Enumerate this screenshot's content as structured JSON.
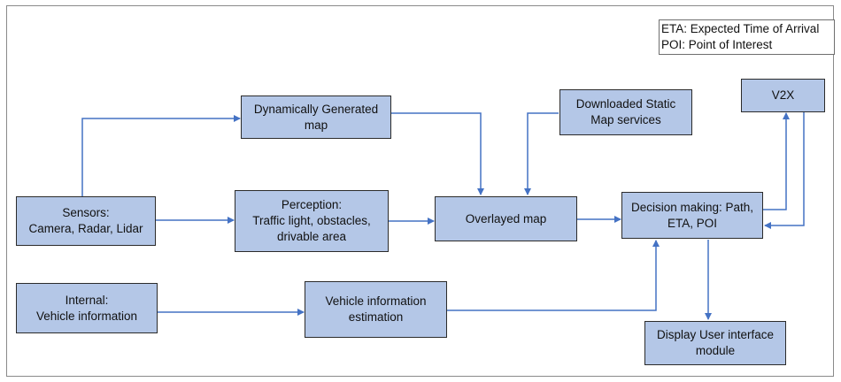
{
  "legend": {
    "lines": [
      "ETA: Expected Time of Arrival",
      "POI: Point of Interest"
    ]
  },
  "nodes": {
    "sensors": "Sensors:\nCamera, Radar, Lidar",
    "dynamic_map": "Dynamically Generated\nmap",
    "perception": "Perception:\nTraffic light, obstacles,\ndrivable area",
    "downloaded_map": "Downloaded Static\nMap services",
    "overlayed_map": "Overlayed map",
    "v2x": "V2X",
    "decision": "Decision making: Path,\nETA, POI",
    "internal": "Internal:\nVehicle information",
    "vehicle_estimation": "Vehicle information\nestimation",
    "display_ui": "Display User interface\nmodule"
  },
  "colors": {
    "box_fill": "#b4c7e7",
    "box_border": "#2b2b2b",
    "arrow": "#4472c4"
  }
}
